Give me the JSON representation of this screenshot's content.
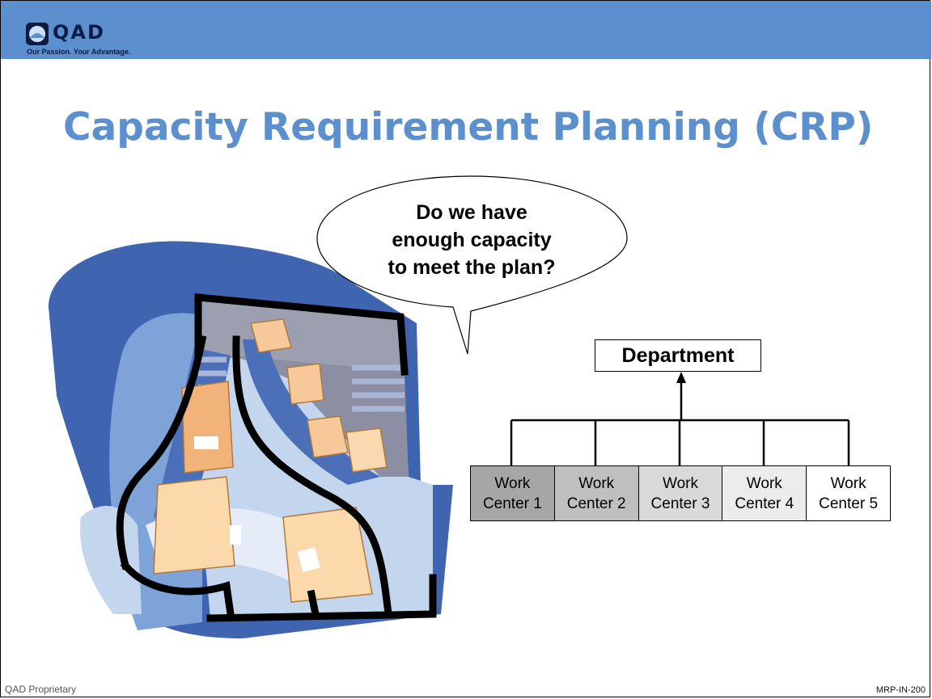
{
  "header": {
    "logo_text": "QAD",
    "logo_tagline": "Our Passion. Your Advantage."
  },
  "slide": {
    "title": "Capacity Requirement Planning (CRP)",
    "speech_bubble_lines": [
      "Do we have",
      "enough capacity",
      "to meet the plan?"
    ]
  },
  "diagram": {
    "root": "Department",
    "children": [
      {
        "line1": "Work",
        "line2": "Center 1",
        "fill": "#a6a6a6"
      },
      {
        "line1": "Work",
        "line2": "Center 2",
        "fill": "#bfbfbf"
      },
      {
        "line1": "Work",
        "line2": "Center 3",
        "fill": "#d9d9d9"
      },
      {
        "line1": "Work",
        "line2": "Center 4",
        "fill": "#ececec"
      },
      {
        "line1": "Work",
        "line2": "Center 5",
        "fill": "#ffffff"
      }
    ]
  },
  "footer": {
    "left": "QAD Proprietary",
    "right": "MRP-IN-200"
  },
  "colors": {
    "header_blue": "#5b8fcd",
    "title_blue": "#5b8fcd"
  }
}
